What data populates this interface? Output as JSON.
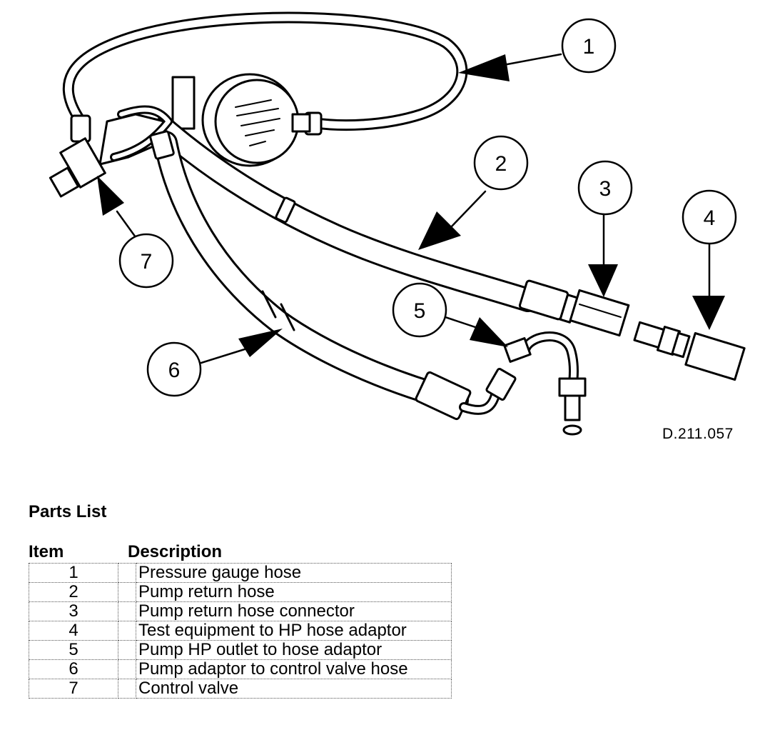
{
  "diagram": {
    "reference": "D.211.057",
    "callouts": [
      "1",
      "2",
      "3",
      "4",
      "5",
      "6",
      "7"
    ]
  },
  "parts_list": {
    "title": "Parts List",
    "header_item": "Item",
    "header_description": "Description",
    "rows": [
      {
        "item": "1",
        "description": "Pressure gauge hose"
      },
      {
        "item": "2",
        "description": "Pump return hose"
      },
      {
        "item": "3",
        "description": "Pump return hose connector"
      },
      {
        "item": "4",
        "description": "Test equipment to HP hose adaptor"
      },
      {
        "item": "5",
        "description": "Pump HP outlet to hose adaptor"
      },
      {
        "item": "6",
        "description": "Pump adaptor to control valve hose"
      },
      {
        "item": "7",
        "description": "Control valve"
      }
    ]
  }
}
